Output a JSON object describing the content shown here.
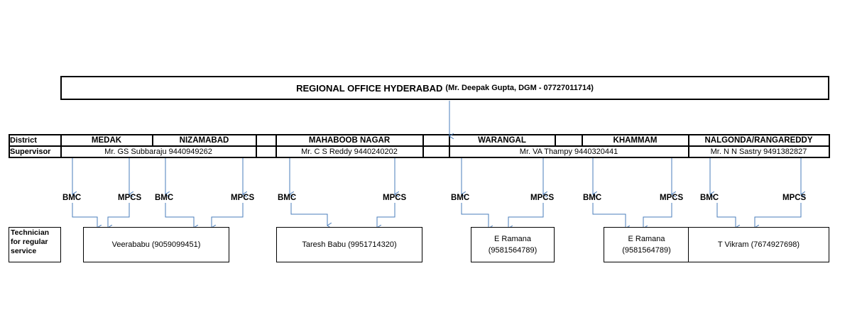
{
  "header": {
    "title": "REGIONAL OFFICE HYDERABAD",
    "subtitle": "(Mr. Deepak Gupta, DGM - 07727011714)"
  },
  "table": {
    "district_label": "District",
    "supervisor_label": "Supervisor",
    "districts": [
      "MEDAK",
      "NIZAMABAD",
      "MAHABOOB NAGAR",
      "WARANGAL",
      "KHAMMAM",
      "NALGONDA/RANGAREDDY"
    ],
    "supervisors": [
      "Mr. GS Subbaraju 9440949262",
      "Mr. C S Reddy 9440240202",
      "Mr. VA Thampy 9440320441",
      "Mr. N N Sastry 9491382827"
    ]
  },
  "labels": {
    "bmc": "BMC",
    "mpcs": "MPCS"
  },
  "technician_label": [
    "Technician",
    "for regular",
    "service"
  ],
  "technicians": [
    {
      "name": "Veerababu (9059099451)"
    },
    {
      "name": "Taresh Babu (9951714320)"
    },
    {
      "name": "E Ramana",
      "phone": "(9581564789)"
    },
    {
      "name": "E Ramana",
      "phone": "(9581564789)"
    },
    {
      "name": "T Vikram (7674927698)"
    }
  ],
  "colors": {
    "arrow": "#4a7ebb",
    "border": "#000000"
  }
}
